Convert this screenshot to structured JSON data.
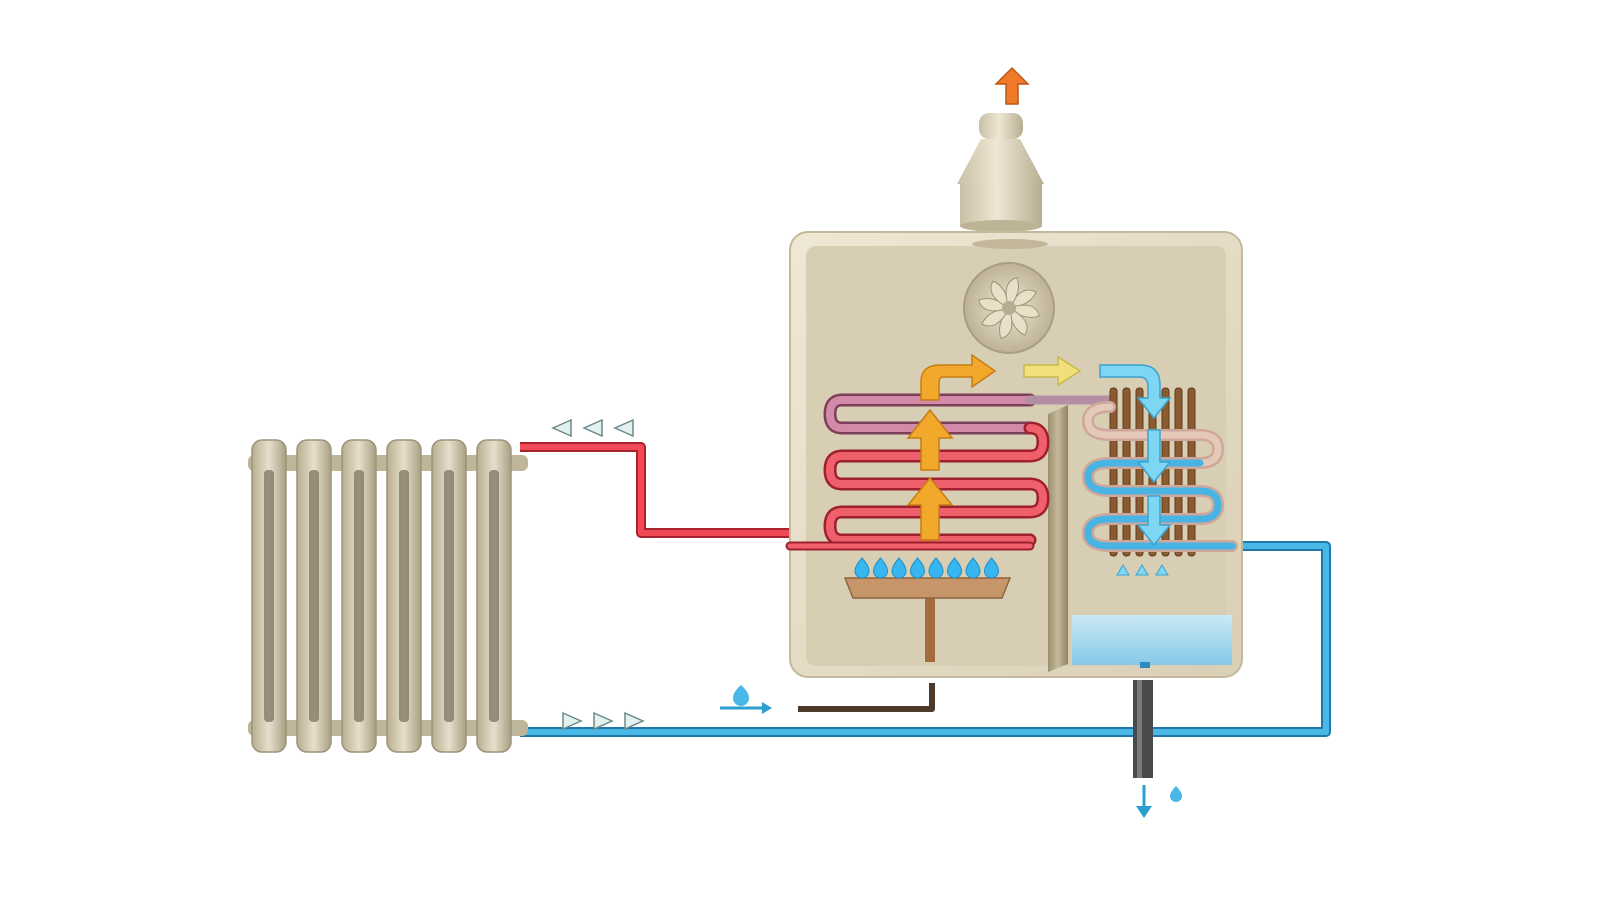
{
  "diagram": {
    "subject": "condensing-boiler-heating-circuit",
    "components": [
      "radiator",
      "boiler-casing",
      "flue",
      "fan",
      "primary-heat-exchanger",
      "secondary-heat-exchanger",
      "gas-burner",
      "burner-flames",
      "condensate-tray",
      "gas-inlet",
      "condensate-drain",
      "flow-pipe",
      "return-pipe"
    ],
    "flows": [
      "exhaust-out",
      "hot-gas-rising",
      "gas-to-condenser",
      "gas-cooling-down",
      "hot-water-to-radiator",
      "cold-water-return",
      "gas-in",
      "condensate-out"
    ]
  },
  "colors": {
    "hot_pipe": "#e0323f",
    "cold_pipe": "#2a9fd0",
    "casing": "#e8dfc8",
    "casing_inner": "#d6ccb0",
    "radiator": "#d3c9ae",
    "flow_arrow_hot": "#f2a82a",
    "flow_arrow_warm": "#efe07a",
    "flow_arrow_cold": "#7fd6f2",
    "exhaust_arrow": "#f07a2a",
    "flame": "#38b6f0",
    "condensate_water": "#9fd3f0",
    "burner": "#c79a6a",
    "copper": "#b07a45"
  }
}
